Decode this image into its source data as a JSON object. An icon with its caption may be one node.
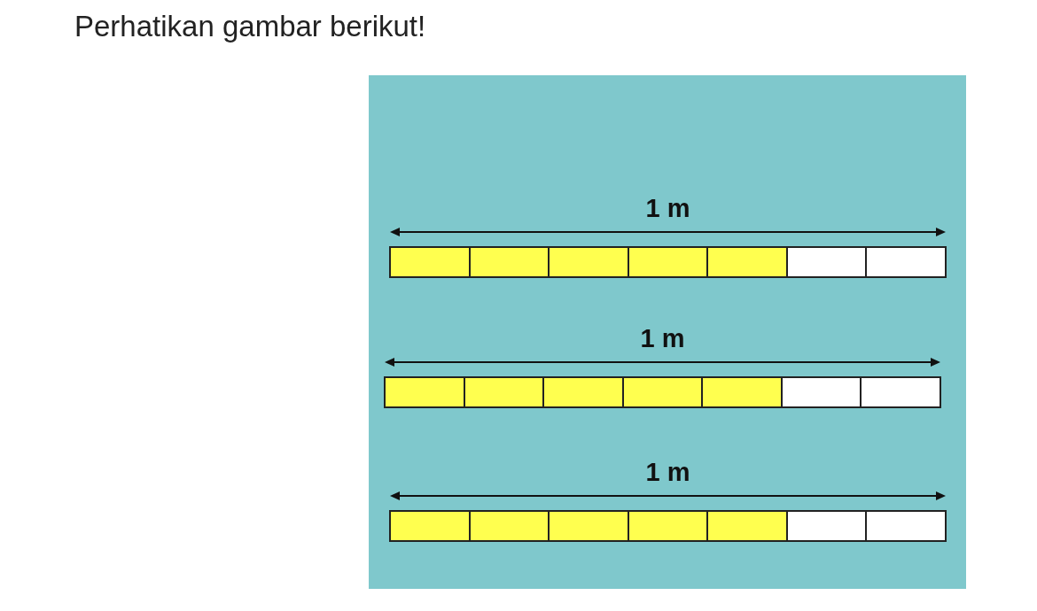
{
  "diagram": {
    "title": "Perhatikan gambar berikut!",
    "nodes": [
      {
        "text": [],
        "shape": "bar",
        "beside": [
          "1 m"
        ]
      },
      {
        "text": [],
        "shape": "box",
        "in": 0
      },
      {
        "text": [],
        "shape": "box",
        "in": 0
      },
      {
        "text": [],
        "shape": "box",
        "in": 0
      },
      {
        "text": [],
        "shape": "box",
        "in": 0
      },
      {
        "text": [],
        "shape": "box",
        "in": 0
      },
      {
        "text": [],
        "shape": "box",
        "in": 0
      },
      {
        "text": [],
        "shape": "box",
        "in": 0
      },
      {
        "text": [],
        "shape": "bar",
        "beside": [
          "1 m"
        ]
      },
      {
        "text": [],
        "shape": "box",
        "in": 8
      },
      {
        "text": [],
        "shape": "box",
        "in": 8
      },
      {
        "text": [],
        "shape": "box",
        "in": 8
      },
      {
        "text": [],
        "shape": "box",
        "in": 8
      },
      {
        "text": [],
        "shape": "box",
        "in": 8
      },
      {
        "text": [],
        "shape": "box",
        "in": 8
      },
      {
        "text": [],
        "shape": "box",
        "in": 8
      },
      {
        "text": [],
        "shape": "bar",
        "beside": [
          "1 m"
        ]
      },
      {
        "text": [],
        "shape": "box",
        "in": 16
      },
      {
        "text": [],
        "shape": "box",
        "in": 16
      },
      {
        "text": [],
        "shape": "box",
        "in": 16
      },
      {
        "text": [],
        "shape": "box",
        "in": 16
      },
      {
        "text": [],
        "shape": "box",
        "in": 16
      },
      {
        "text": [],
        "shape": "box",
        "in": 16
      },
      {
        "text": [],
        "shape": "box",
        "in": 16
      }
    ]
  }
}
